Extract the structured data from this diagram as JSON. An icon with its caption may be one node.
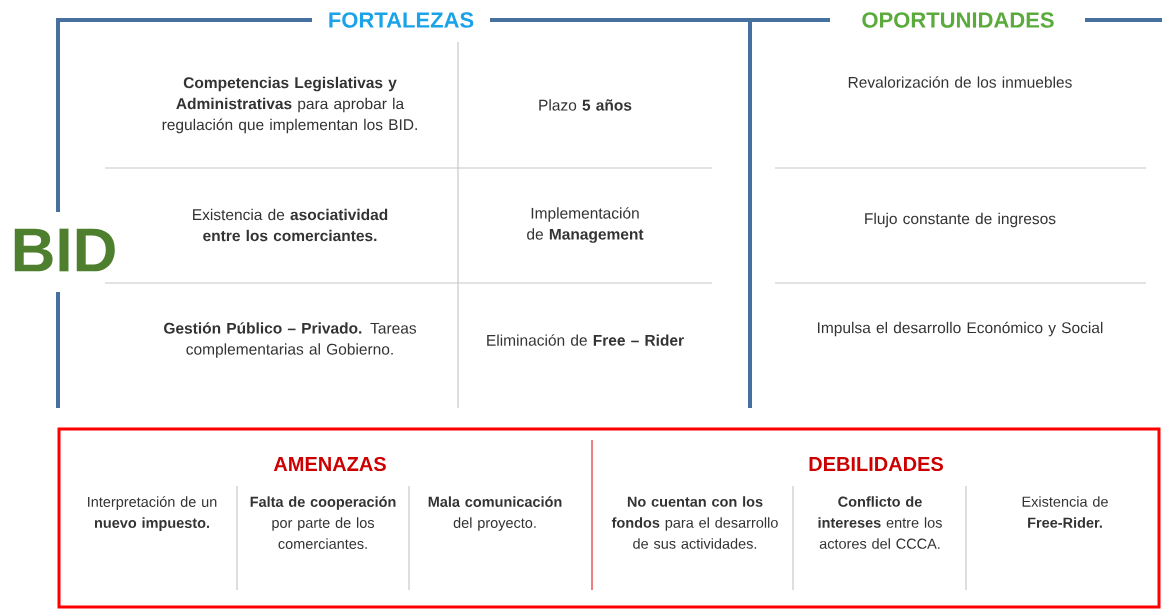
{
  "diagram": {
    "nodes": [
      {
        "text": [
          "AMENAZAS",
          "Interpretación de un **nuevo impuesto.**",
          "**Falta de cooperación** por parte de los comerciantes.",
          "**Mala comunicación** del proyecto.",
          "DEBILIDADES",
          "**No cuentan con los fondos** para el desarrollo de sus actividades.",
          "**Conflicto de intereses** entre los actores del CCCA.",
          "Existencia de **Free-Rider.**"
        ]
      }
    ],
    "labels": [
      "FORTALEZAS",
      "OPORTUNIDADES",
      "BID",
      "**Competencias Legislativas y Administrativas** para aprobar la regulación que implementan los BID.",
      "Plazo **5 años**",
      "Existencia de **asociatividad entre los comerciantes.**",
      "Implementación de **Management**",
      "**Gestión Público – Privado.** Tareas complementarias al Gobierno.",
      "Eliminación de **Free – Rider**",
      "Revalorización de los inmuebles",
      "Flujo constante de ingresos",
      "Impulsa el desarrollo Económico y Social"
    ]
  }
}
